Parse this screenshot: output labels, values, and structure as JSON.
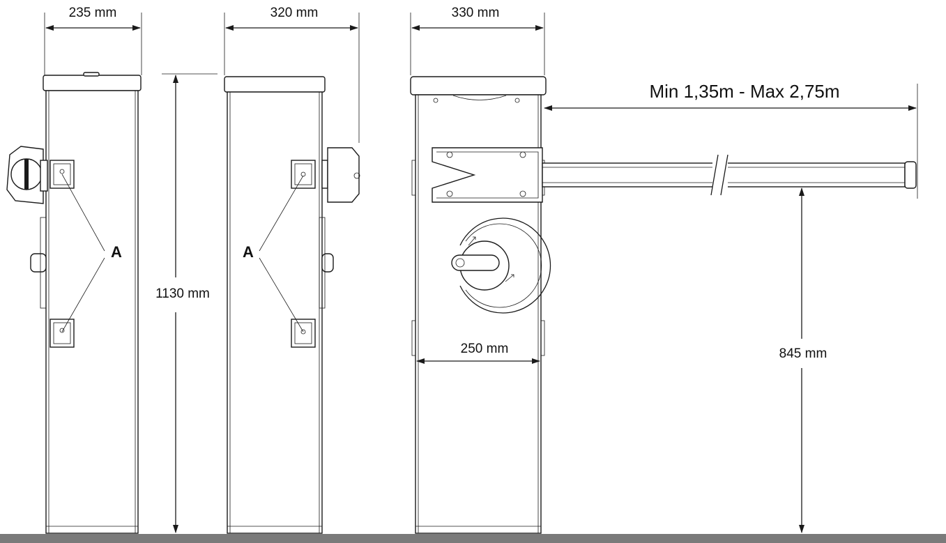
{
  "dimensions": {
    "width_left": "235 mm",
    "width_middle": "320 mm",
    "width_right": "330 mm",
    "height_total": "1130 mm",
    "boom_length": "Min 1,35m - Max 2,75m",
    "base_width": "250 mm",
    "boom_height": "845 mm"
  },
  "labels": {
    "anchor_left": "A",
    "anchor_middle": "A"
  },
  "colors": {
    "ground": "#7a7a7a",
    "stroke": "#1a1a1a"
  }
}
